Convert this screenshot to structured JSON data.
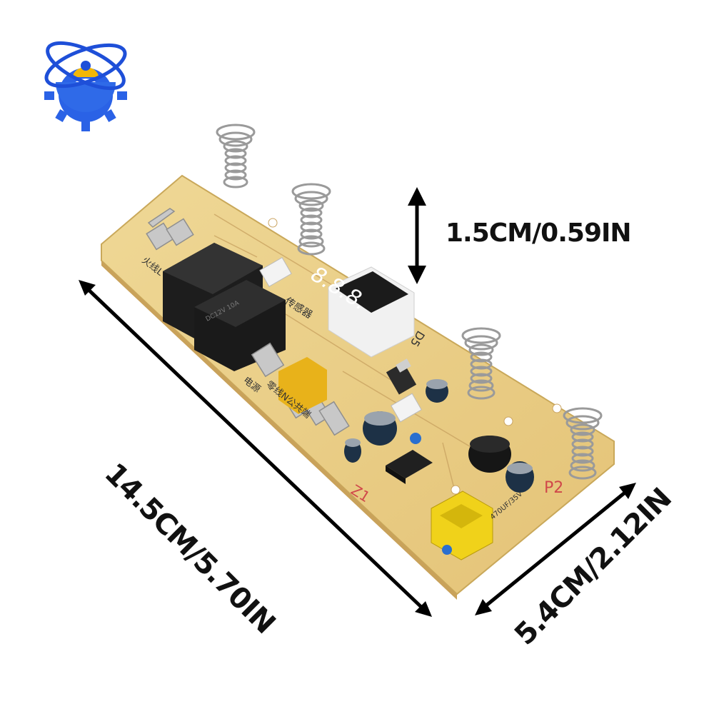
{
  "dimensions": {
    "height": "1.5CM/0.59IN",
    "length": "14.5CM/5.70IN",
    "width": "5.4CM/2.12IN"
  },
  "board_markings": {
    "sensor_label": "传感器",
    "d5": "D5",
    "p2": "P2",
    "z1": "Z1",
    "cap_rating": "470UF/35V",
    "n_label": "零线N公共端",
    "fire_label": "火线L",
    "power_label": "电源"
  },
  "logo": {
    "name": "brand-logo",
    "colors": [
      "#1e4fd8",
      "#f2b705"
    ]
  },
  "colors": {
    "board": "#e9cf86",
    "relay": "#1b1b1b",
    "arrow": "#000000",
    "text": "#111111"
  }
}
